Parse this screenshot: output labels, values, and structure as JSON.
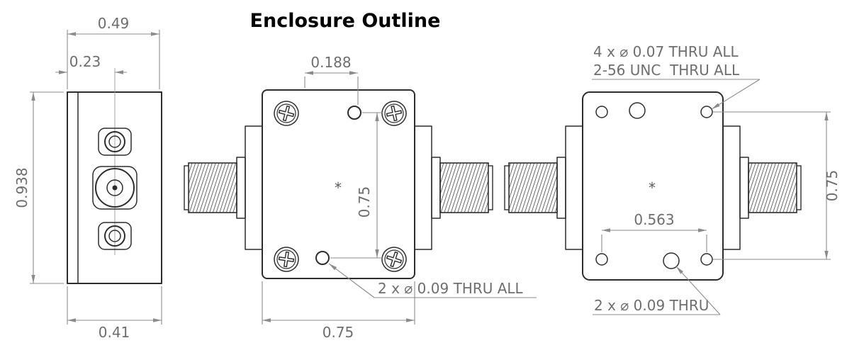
{
  "title": "Enclosure Outline",
  "colors": {
    "outline": "#2d2d2d",
    "dimension_line": "#8b8b8b",
    "dimension_text": "#6e6e6e"
  },
  "side_view": {
    "dims": {
      "overall_width_top": "0.49",
      "connector_offset": "0.23",
      "overall_height": "0.938",
      "base_width": "0.41"
    }
  },
  "front_view": {
    "dims": {
      "hole_offset": "0.188",
      "hole_spacing_vertical": "0.75",
      "body_width": "0.75"
    },
    "center_mark": "*",
    "notes": {
      "thru_holes": "2 x ⌀ 0.09 THRU ALL"
    }
  },
  "back_view": {
    "dims": {
      "hole_spacing_horizontal": "0.563",
      "hole_spacing_vertical": "0.75"
    },
    "center_mark": "*",
    "notes": {
      "tapped_holes_line1": "4 x ⌀ 0.07 THRU ALL",
      "tapped_holes_line2": "2-56 UNC  THRU ALL",
      "thru_holes": "2 x ⌀ 0.09 THRU"
    }
  }
}
